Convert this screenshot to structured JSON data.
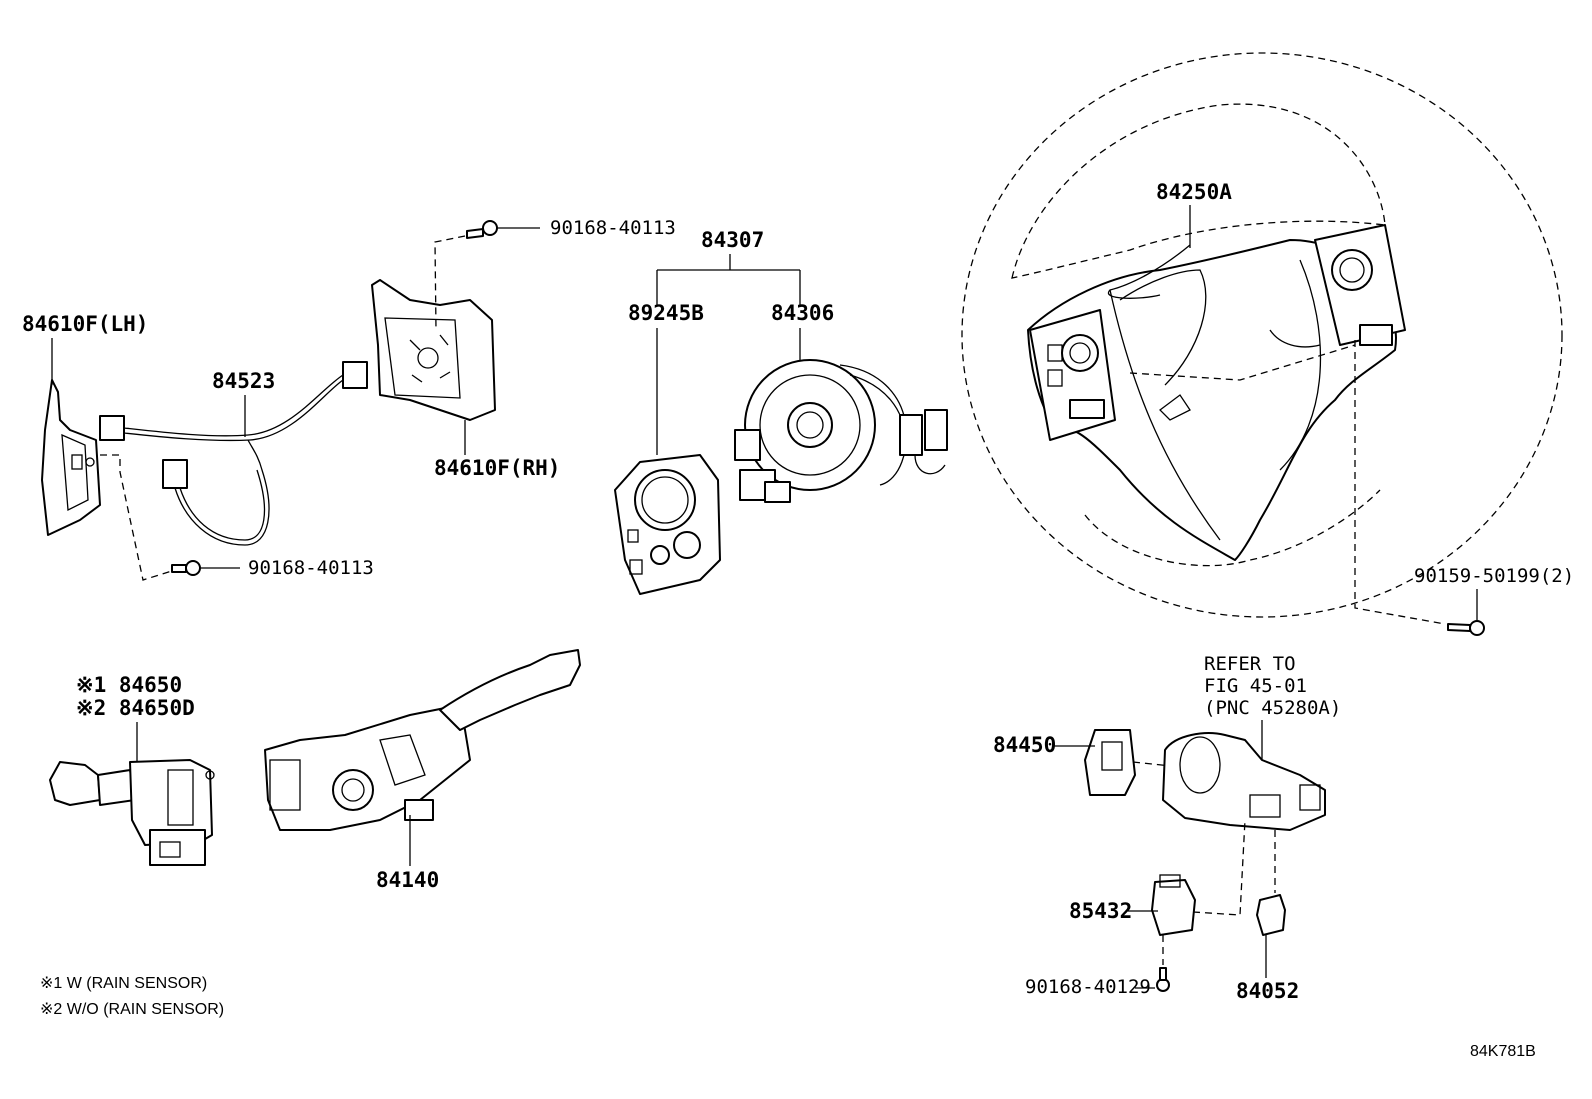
{
  "labels": {
    "p84610f_lh": "84610F(LH)",
    "p84523": "84523",
    "p90168_40113_top": "90168-40113",
    "p90168_40113_bottom": "90168-40113",
    "p84610f_rh": "84610F(RH)",
    "p84307": "84307",
    "p89245b": "89245B",
    "p84306": "84306",
    "p84250a": "84250A",
    "p90159_50199": "90159-50199(2)",
    "p84650_mark": "※1 84650",
    "p84650d_mark": "※2 84650D",
    "p84140": "84140",
    "refer_line1": "REFER TO",
    "refer_line2": "FIG 45-01",
    "refer_line3": "(PNC 45280A)",
    "p84450": "84450",
    "p85432": "85432",
    "p90168_40129": "90168-40129",
    "p84052": "84052",
    "note1": "※1 W (RAIN SENSOR)",
    "note2": "※2 W/O (RAIN SENSOR)",
    "figure_code": "84K781B"
  }
}
